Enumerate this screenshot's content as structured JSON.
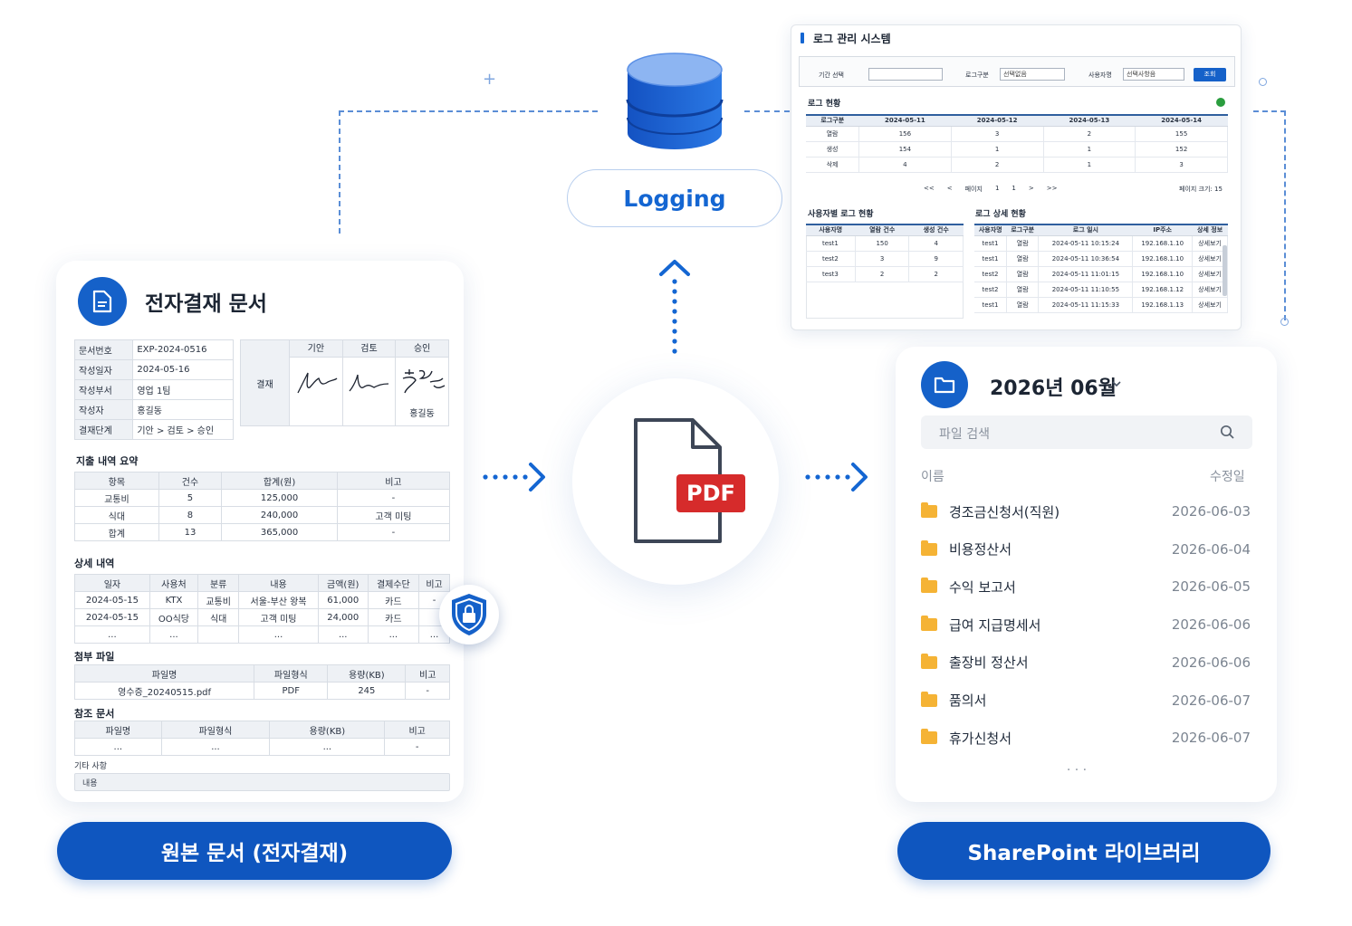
{
  "center": {
    "logging_label": "Logging",
    "pdf_label": "PDF"
  },
  "left_doc": {
    "title": "전자결재 문서",
    "info": [
      {
        "k": "문서번호",
        "v": "EXP-2024-0516"
      },
      {
        "k": "작성일자",
        "v": "2024-05-16"
      },
      {
        "k": "작성부서",
        "v": "영업 1팀"
      },
      {
        "k": "작성자",
        "v": "홍길동"
      },
      {
        "k": "결재단계",
        "v": "기안 > 검토 > 승인"
      }
    ],
    "approval": {
      "label": "결재",
      "headers": [
        "기안",
        "검토",
        "승인"
      ],
      "approver_name": "홍길동"
    },
    "summary": {
      "title": "지출 내역 요약",
      "headers": [
        "항목",
        "건수",
        "합계(원)",
        "비고"
      ],
      "rows": [
        [
          "교통비",
          "5",
          "125,000",
          "-"
        ],
        [
          "식대",
          "8",
          "240,000",
          "고객 미팅"
        ],
        [
          "합계",
          "13",
          "365,000",
          "-"
        ]
      ]
    },
    "detail": {
      "title": "상세 내역",
      "headers": [
        "일자",
        "사용처",
        "분류",
        "내용",
        "금액(원)",
        "결제수단",
        "비고"
      ],
      "rows": [
        [
          "2024-05-15",
          "KTX",
          "교통비",
          "서울-부산 왕복",
          "61,000",
          "카드",
          "-"
        ],
        [
          "2024-05-15",
          "OO식당",
          "식대",
          "고객 미팅",
          "24,000",
          "카드",
          ""
        ],
        [
          "...",
          "...",
          "",
          "...",
          "...",
          "...",
          "..."
        ]
      ]
    },
    "attachments": {
      "title": "첨부 파일",
      "headers": [
        "파일명",
        "파일형식",
        "용량(KB)",
        "비고"
      ],
      "rows": [
        [
          "영수증_20240515.pdf",
          "PDF",
          "245",
          "-"
        ]
      ]
    },
    "references": {
      "title": "참조 문서",
      "headers": [
        "파일명",
        "파일형식",
        "용량(KB)",
        "비고"
      ],
      "rows": [
        [
          "...",
          "...",
          "...",
          "-"
        ]
      ]
    },
    "other": {
      "title": "기타 사항",
      "content": "내용"
    },
    "pill_label": "원본 문서 (전자결재)"
  },
  "log_system": {
    "title": "로그 관리 시스템",
    "filters": {
      "period_label": "기간 선택",
      "log_type_label": "로그구분",
      "log_type_value": "선택없음",
      "user_label": "사용자명",
      "user_value": "선택사항음",
      "search_button": "조회"
    },
    "status": {
      "title": "로그 현황",
      "headers": [
        "로그구분",
        "2024-05-11",
        "2024-05-12",
        "2024-05-13",
        "2024-05-14"
      ],
      "rows": [
        [
          "열람",
          "156",
          "3",
          "2",
          "155"
        ],
        [
          "생성",
          "154",
          "1",
          "1",
          "152"
        ],
        [
          "삭제",
          "4",
          "2",
          "1",
          "3"
        ]
      ]
    },
    "pagination": {
      "first": "<<",
      "prev": "<",
      "page_label": "페이지",
      "page": "1",
      "total": "1",
      "next": ">",
      "last": ">>",
      "size_label": "페이지 크기: 15"
    },
    "by_user": {
      "title": "사용자별 로그 현황",
      "headers": [
        "사용자명",
        "열람 건수",
        "생성 건수"
      ],
      "rows": [
        [
          "test1",
          "150",
          "4"
        ],
        [
          "test2",
          "3",
          "9"
        ],
        [
          "test3",
          "2",
          "2"
        ]
      ]
    },
    "detail": {
      "title": "로그 상세 현황",
      "headers": [
        "사용자명",
        "로그구분",
        "로그 일시",
        "IP주소",
        "상세 정보"
      ],
      "rows": [
        [
          "test1",
          "열람",
          "2024-05-11 10:15:24",
          "192.168.1.10",
          "상세보기"
        ],
        [
          "test1",
          "열람",
          "2024-05-11 10:36:54",
          "192.168.1.10",
          "상세보기"
        ],
        [
          "test2",
          "열람",
          "2024-05-11 11:01:15",
          "192.168.1.10",
          "상세보기"
        ],
        [
          "test2",
          "열람",
          "2024-05-11 11:10:55",
          "192.168.1.12",
          "상세보기"
        ],
        [
          "test1",
          "열람",
          "2024-05-11 11:15:33",
          "192.168.1.13",
          "상세보기"
        ]
      ]
    }
  },
  "sharepoint": {
    "month": "2026년 06월",
    "search_placeholder": "파일 검색",
    "col_name": "이름",
    "col_modified": "수정일",
    "files": [
      {
        "name": "경조금신청서(직원)",
        "date": "2026-06-03"
      },
      {
        "name": "비용정산서",
        "date": "2026-06-04"
      },
      {
        "name": "수익 보고서",
        "date": "2026-06-05"
      },
      {
        "name": "급여 지급명세서",
        "date": "2026-06-06"
      },
      {
        "name": "출장비 정산서",
        "date": "2026-06-06"
      },
      {
        "name": "품의서",
        "date": "2026-06-07"
      },
      {
        "name": "휴가신청서",
        "date": "2026-06-07"
      }
    ],
    "more": "· · ·",
    "pill_label": "SharePoint 라이브러리"
  },
  "colors": {
    "primary": "#0f56bf",
    "accent": "#1466d2",
    "pdf_red": "#d62b2b",
    "folder": "#f5b335"
  }
}
